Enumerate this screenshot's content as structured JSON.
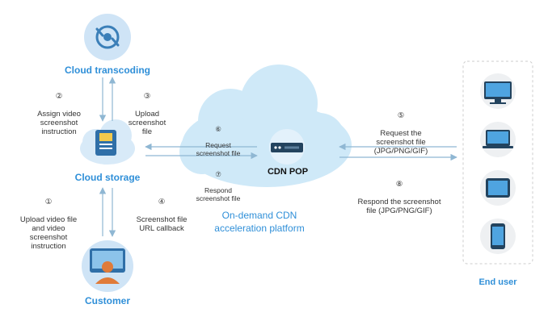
{
  "nodes": {
    "cloud_transcoding": "Cloud transcoding",
    "cloud_storage": "Cloud storage",
    "customer": "Customer",
    "cdn_pop": "CDN POP",
    "platform": "On-demand CDN\nacceleration platform",
    "end_user": "End user"
  },
  "steps": [
    {
      "num": "①",
      "text": "Upload video file\nand video\nscreenshot\ninstruction"
    },
    {
      "num": "②",
      "text": "Assign video\nscreenshot\ninstruction"
    },
    {
      "num": "③",
      "text": "Upload\nscreenshot\nfile"
    },
    {
      "num": "④",
      "text": "Screenshot file\nURL callback"
    },
    {
      "num": "⑤",
      "text": "Request the\nscreenshot file\n(JPG/PNG/GIF)"
    },
    {
      "num": "⑥",
      "text": "Request\nscreenshot file"
    },
    {
      "num": "⑦",
      "text": "Respond\nscreenshot file"
    },
    {
      "num": "⑧",
      "text": "Respond the screenshot\nfile (JPG/PNG/GIF)"
    }
  ],
  "colors": {
    "accent": "#2f8fd8",
    "cloud": "#cfe9f8",
    "circle": "#e6f2fb",
    "arrow": "#8fb7d3",
    "text": "#333333"
  }
}
